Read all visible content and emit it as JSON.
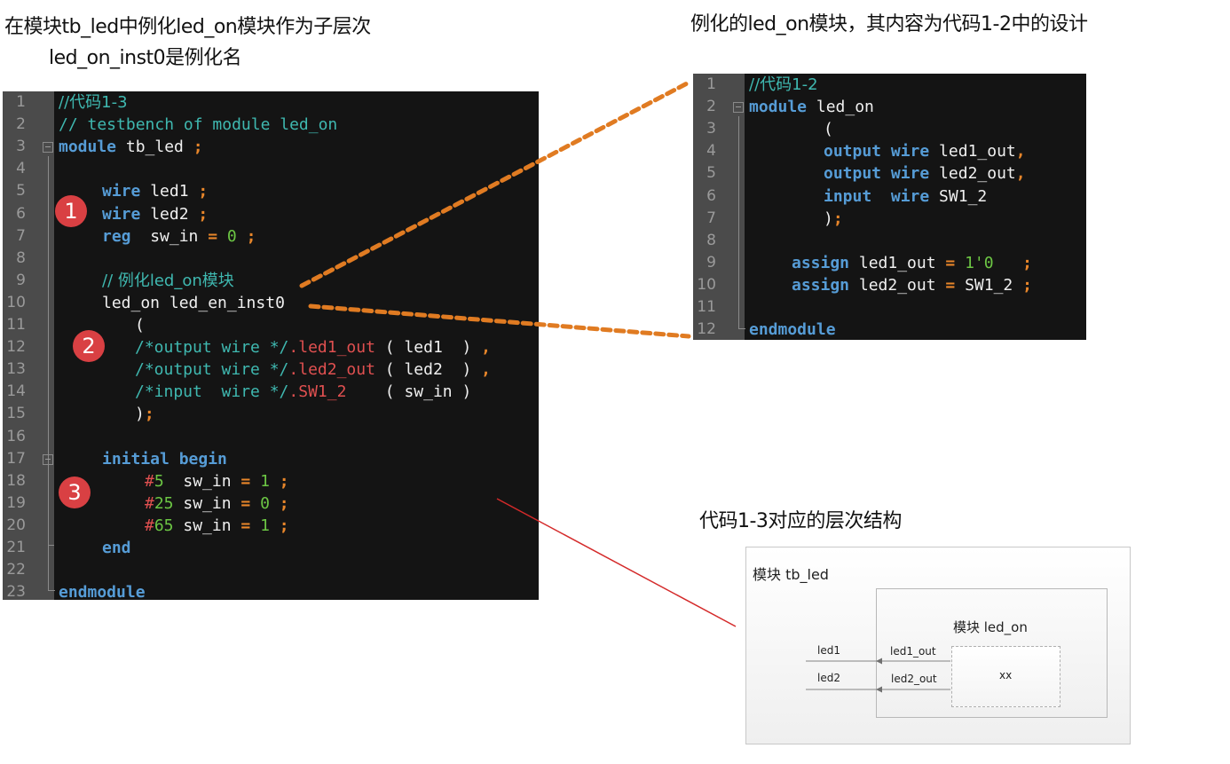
{
  "captions": {
    "left_title_line1": "在模块tb_led中例化led_on模块作为子层次",
    "left_title_line2": "led_on_inst0是例化名",
    "right_title": "例化的led_on模块，其内容为代码1-2中的设计",
    "hierarchy_title": "代码1-3对应的层次结构"
  },
  "left_editor": {
    "line_numbers": [
      "1",
      "2",
      "3",
      "4",
      "5",
      "6",
      "7",
      "8",
      "9",
      "10",
      "11",
      "12",
      "13",
      "14",
      "15",
      "16",
      "17",
      "18",
      "19",
      "20",
      "21",
      "22",
      "23"
    ],
    "lines": {
      "l1_comment": "//代码1-3",
      "l2_comment": "// testbench of module led_on",
      "l3_kw": "module",
      "l3_id": " tb_led ",
      "l3_semi": ";",
      "l5_kw": "wire",
      "l5_id": " led1 ",
      "l5_semi": ";",
      "l6_kw": "wire",
      "l6_id": " led2 ",
      "l6_semi": ";",
      "l7_kw": "reg",
      "l7_id": "  sw_in ",
      "l7_eq": "=",
      "l7_num": " 0 ",
      "l7_semi": ";",
      "l9_comment": "// 例化led_on模块",
      "l10_id": "led_on led_en_inst0",
      "l11_paren": "(",
      "l12_cm": "/*output wire */",
      "l12_port": ".led1_out",
      "l12_arg": " ( led1  ) ",
      "l12_comma": ",",
      "l13_cm": "/*output wire */",
      "l13_port": ".led2_out",
      "l13_arg": " ( led2  ) ",
      "l13_comma": ",",
      "l14_cm": "/*input  wire */",
      "l14_port": ".SW1_2",
      "l14_arg": "    ( sw_in )",
      "l15_paren": ")",
      "l15_semi": ";",
      "l17_kw1": "initial",
      "l17_kw2": " begin",
      "l18_hash": "#",
      "l18_delay": "5",
      "l18_id": "  sw_in ",
      "l18_eq": "=",
      "l18_num": " 1 ",
      "l18_semi": ";",
      "l19_hash": "#",
      "l19_delay": "25",
      "l19_id": " sw_in ",
      "l19_eq": "=",
      "l19_num": " 0 ",
      "l19_semi": ";",
      "l20_hash": "#",
      "l20_delay": "65",
      "l20_id": " sw_in ",
      "l20_eq": "=",
      "l20_num": " 1 ",
      "l20_semi": ";",
      "l21_kw": "end",
      "l23_kw": "endmodule"
    },
    "badges": [
      "1",
      "2",
      "3"
    ]
  },
  "right_editor": {
    "line_numbers": [
      "1",
      "2",
      "3",
      "4",
      "5",
      "6",
      "7",
      "8",
      "9",
      "10",
      "11",
      "12"
    ],
    "lines": {
      "l1_comment": "//代码1-2",
      "l2_kw": "module",
      "l2_id": " led_on",
      "l3_paren": "(",
      "l4_kw": "output wire",
      "l4_id": " led1_out",
      "l4_comma": ",",
      "l5_kw": "output wire",
      "l5_id": " led2_out",
      "l5_comma": ",",
      "l6_kw": "input  wire",
      "l6_id": " SW1_2",
      "l7_paren": ")",
      "l7_semi": ";",
      "l9_kw": "assign",
      "l9_id": " led1_out ",
      "l9_eq": "=",
      "l9_num": " 1'0   ",
      "l9_semi": ";",
      "l10_kw": "assign",
      "l10_id": " led2_out ",
      "l10_eq": "=",
      "l10_id2": " SW1_2 ",
      "l10_semi": ";",
      "l12_kw": "endmodule"
    }
  },
  "hierarchy": {
    "outer_label": "模块 tb_led",
    "inner_label": "模块 led_on",
    "core_label": "xx",
    "signals": [
      {
        "outer": "led1",
        "inner": "led1_out"
      },
      {
        "outer": "led2",
        "inner": "led2_out"
      }
    ]
  },
  "colors": {
    "connector": "#e07b22",
    "pointer": "#d42a2a",
    "badge": "#d94043",
    "editor_bg": "#141414",
    "gutter_bg": "#4b4b4b"
  }
}
